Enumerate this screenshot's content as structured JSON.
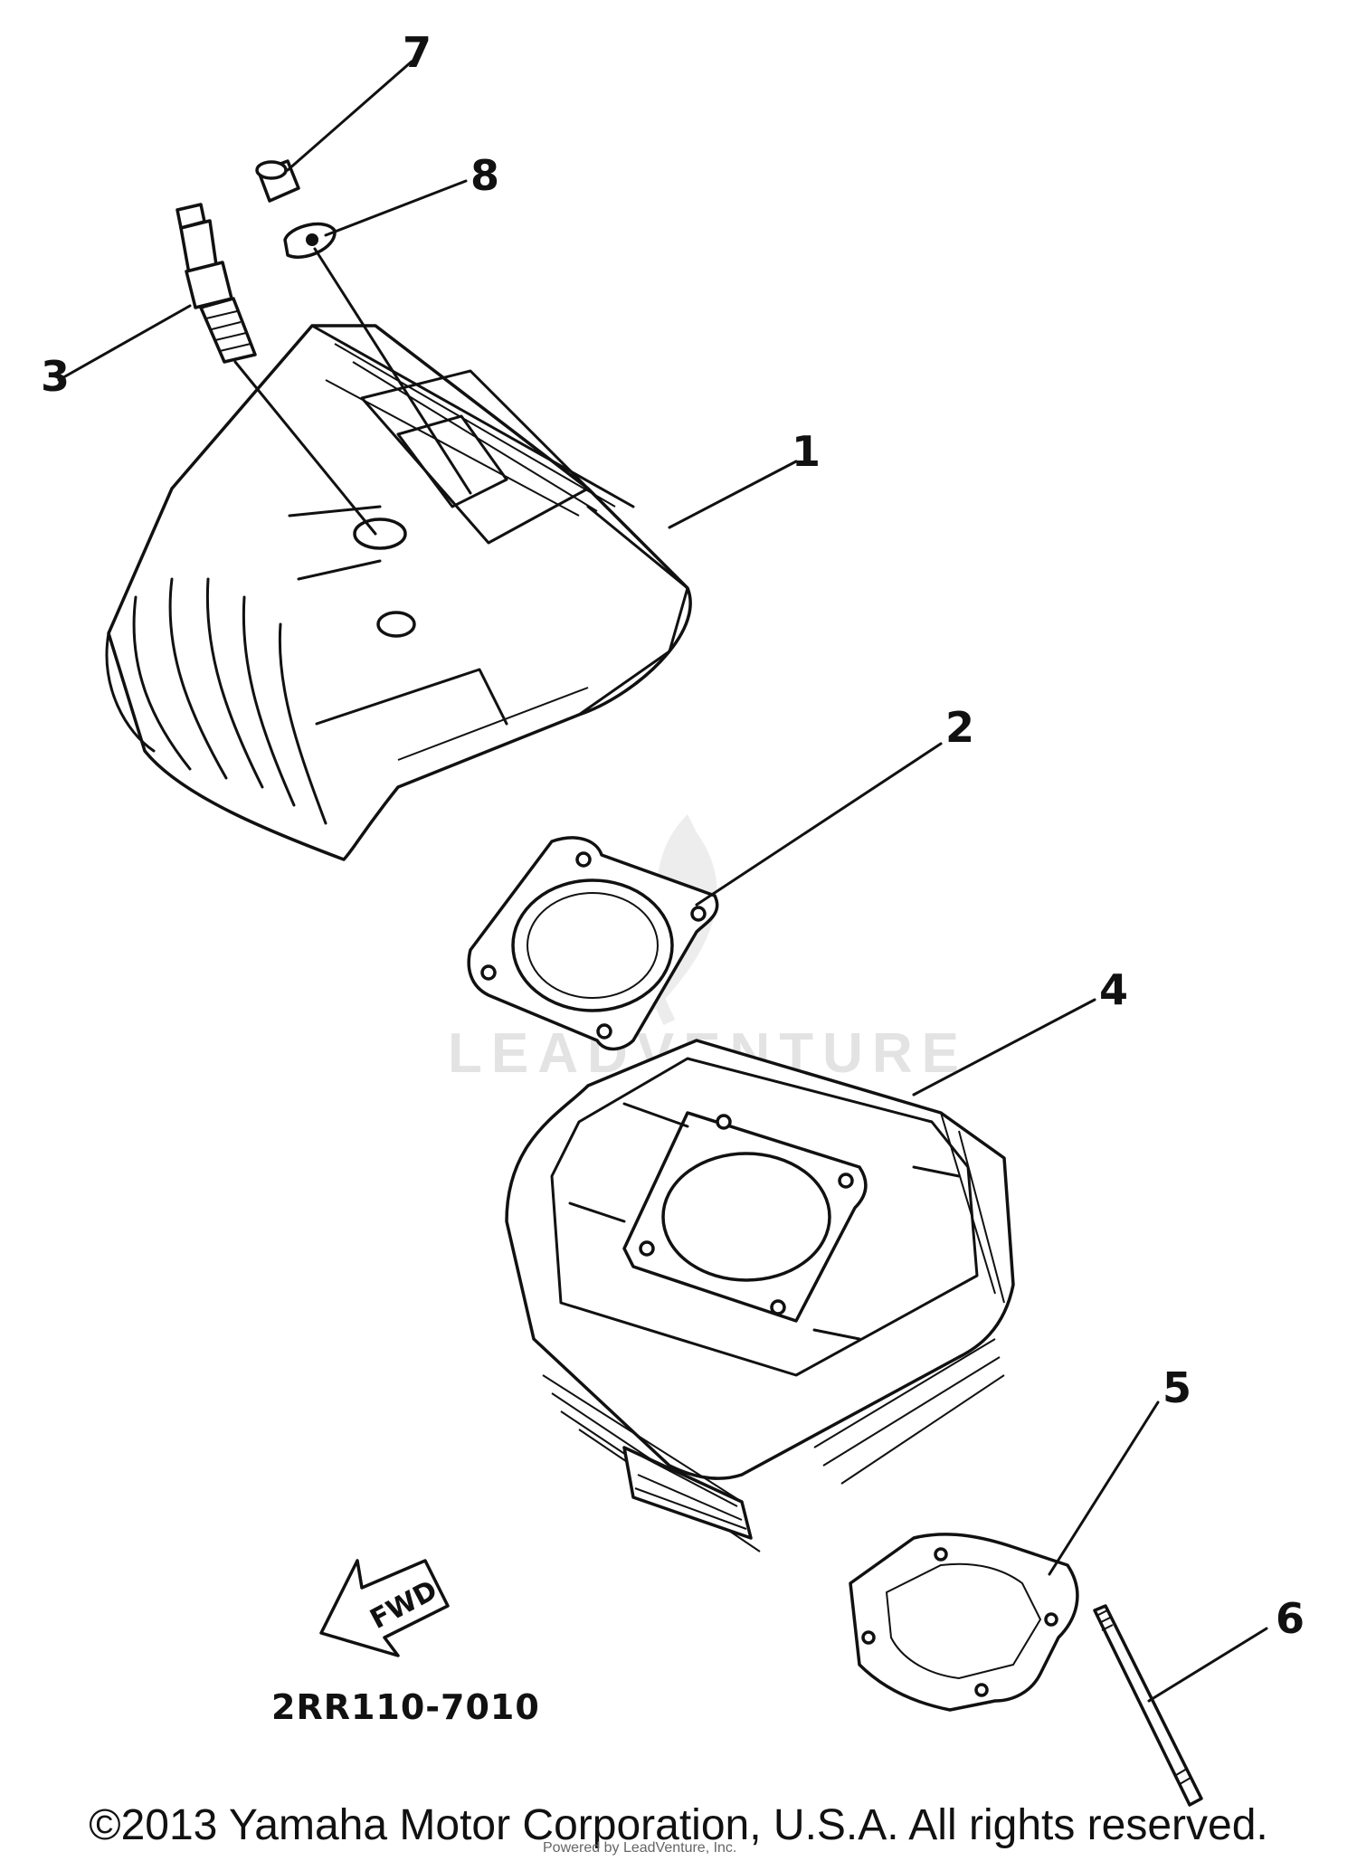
{
  "callouts": {
    "c1": "1",
    "c2": "2",
    "c3": "3",
    "c4": "4",
    "c5": "5",
    "c6": "6",
    "c7": "7",
    "c8": "8"
  },
  "diagram_code": "2RR110-7010",
  "fwd_label": "FWD",
  "watermark": "LEADVENTURE",
  "copyright": "©2013 Yamaha Motor Corporation, U.S.A. All rights reserved.",
  "sub_credit": "Powered by LeadVenture, Inc."
}
